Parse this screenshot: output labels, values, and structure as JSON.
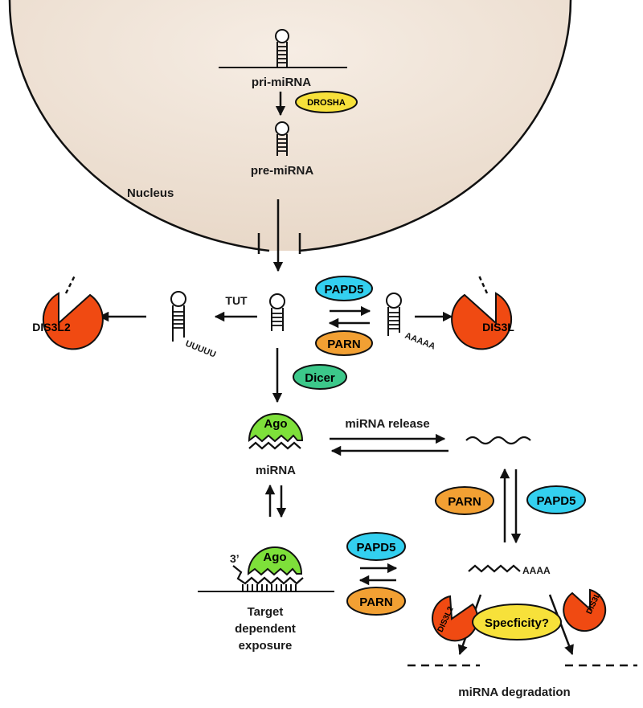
{
  "labels": {
    "pri_mirna": "pri-miRNA",
    "pre_mirna": "pre-miRNA",
    "nucleus": "Nucleus",
    "tut": "TUT",
    "mirna_release": "miRNA release",
    "mirna": "miRNA",
    "three_prime": "3’",
    "target_line1": "Target",
    "target_line2": "dependent",
    "target_line3": "exposure",
    "specificity": "Specficity?",
    "mirna_degradation": "miRNA degradation",
    "uuuuu": "UUUUU",
    "aaaaa": "AAAAA",
    "aaaa": "AAAA"
  },
  "enzymes": {
    "drosha": "DROSHA",
    "papd5": "PAPD5",
    "parn": "PARN",
    "dicer": "Dicer",
    "ago": "Ago",
    "dis3l2": "DIS3L2",
    "dis3l": "DIS3L"
  },
  "colors": {
    "nucleus_fill": "#f0e4d8",
    "drosha_fill": "#f7e13a",
    "papd5_fill": "#33d0f0",
    "parn_fill": "#f2a033",
    "dicer_fill": "#3cc88a",
    "ago_fill": "#7ee03a",
    "dis3_fill": "#f04a12",
    "specificity_fill": "#f7e13a"
  }
}
